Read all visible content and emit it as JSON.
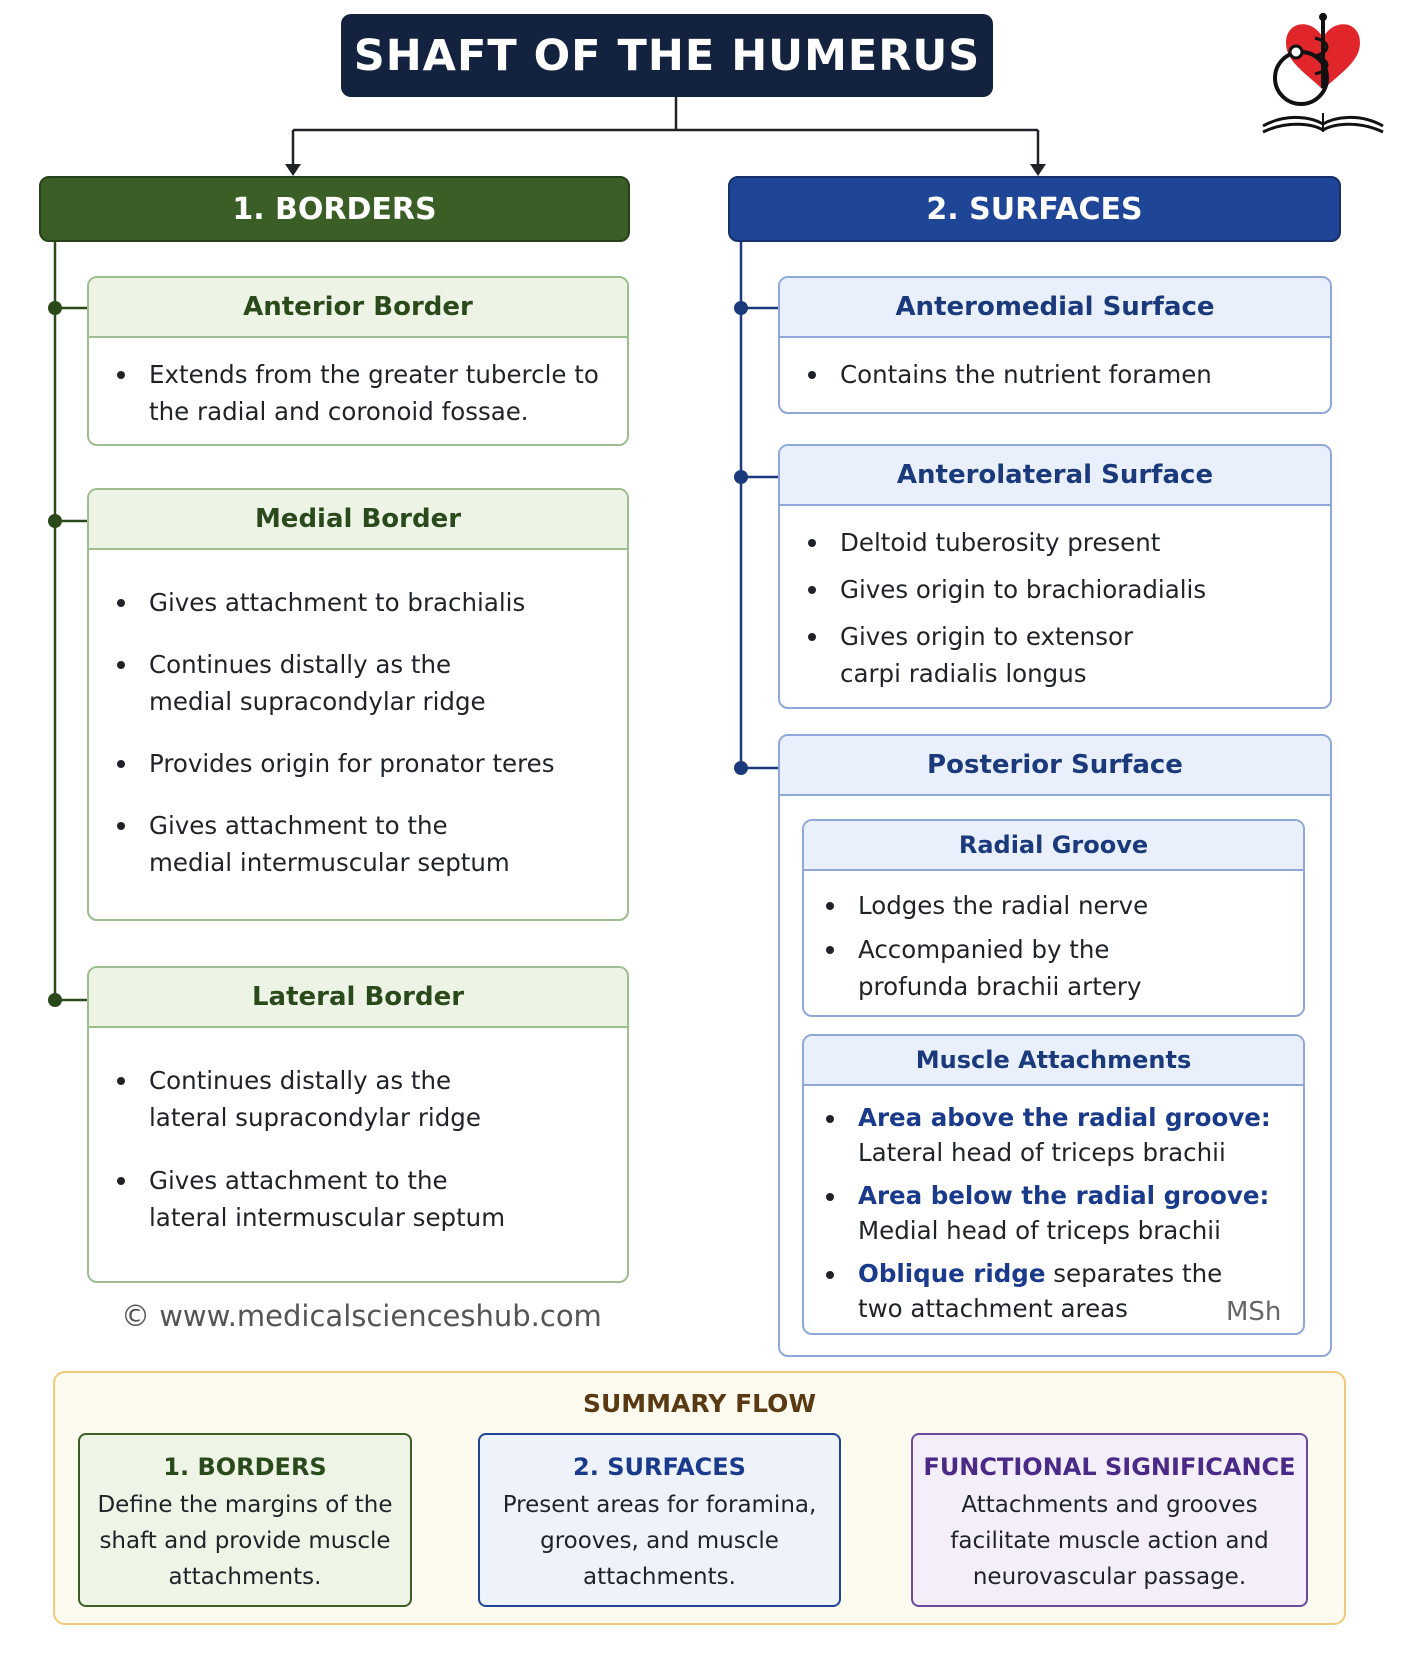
{
  "title": "SHAFT OF THE HUMERUS",
  "borders": {
    "heading": "1. BORDERS",
    "anterior": {
      "title": "Anterior Border",
      "items": [
        "Extends from the greater tubercle to the radial and coronoid fossae."
      ]
    },
    "medial": {
      "title": "Medial Border",
      "items": [
        "Gives attachment to brachialis",
        "Continues distally as the medial supracondylar ridge",
        "Provides origin for pronator teres",
        "Gives attachment to the medial intermuscular septum"
      ]
    },
    "lateral": {
      "title": "Lateral Border",
      "items": [
        "Continues distally as the lateral supracondylar ridge",
        "Gives attachment to the lateral intermuscular septum"
      ]
    }
  },
  "surfaces": {
    "heading": "2. SURFACES",
    "anteromedial": {
      "title": "Anteromedial Surface",
      "items": [
        "Contains the nutrient foramen"
      ]
    },
    "anterolateral": {
      "title": "Anterolateral Surface",
      "items": [
        "Deltoid tuberosity present",
        "Gives origin to brachioradialis",
        "Gives origin to extensor carpi radialis longus"
      ]
    },
    "posterior": {
      "title": "Posterior Surface",
      "radial_groove": {
        "title": "Radial Groove",
        "items": [
          "Lodges the radial nerve",
          "Accompanied by the profunda brachii artery"
        ]
      },
      "muscle_attachments": {
        "title": "Muscle Attachments",
        "items": [
          {
            "label": "Area above the radial groove:",
            "text": "Lateral head of triceps brachii"
          },
          {
            "label": "Area below the radial groove:",
            "text": "Medial head of triceps brachii"
          },
          {
            "label": "Oblique ridge",
            "text": " separates the two attachment areas"
          }
        ]
      }
    }
  },
  "copyright": "© www.medicalscienceshub.com",
  "watermark": "MSh",
  "summary": {
    "title": "SUMMARY FLOW",
    "boxes": [
      {
        "title": "1. BORDERS",
        "text": "Define the margins of the shaft and provide muscle attachments."
      },
      {
        "title": "2. SURFACES",
        "text": "Present areas for foramina, grooves, and muscle attachments."
      },
      {
        "title": "FUNCTIONAL SIGNIFICANCE",
        "text": "Attachments and grooves facilitate muscle action and neurovascular passage."
      }
    ]
  },
  "colors": {
    "title_bg": "#13233f",
    "borders_green": "#3b5e27",
    "surfaces_blue": "#1f4596",
    "summary_border": "#f0c97a",
    "logo_red": "#e0262b"
  },
  "icons": [
    "heart-caduceus-logo-icon",
    "stethoscope-icon",
    "open-book-icon"
  ]
}
